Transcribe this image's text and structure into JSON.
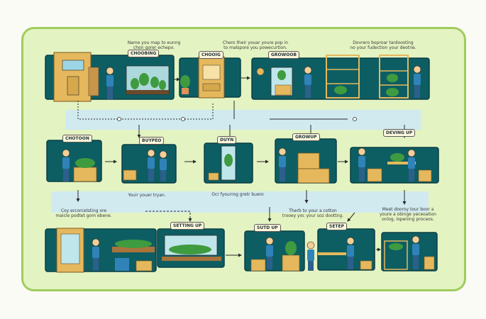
{
  "diagram": {
    "colors": {
      "panel": "#0d5e63",
      "panel_edge": "#0a3f44",
      "board": "#e4f3c2",
      "band": "#cde9f5",
      "wood": "#e5b85d",
      "skin": "#f2cf9a",
      "shirt": "#2f83b8",
      "plant": "#3f9b3f"
    },
    "notes": {
      "top1": "Name you map to eunng\nchon gorer echepo.",
      "top2": "Chero their youar youre pop in\nto malspore you powecurtion.",
      "top3": "Dovrero boproar tardoosting\nno your fudection your deotne.",
      "mid1": "Youir youer tryan.",
      "mid2": "Ocr fyourrog gretr buero",
      "left": "Coy ercorcetsting ore\nmaicle podtet gom ebene.",
      "right1": "Therb to your a cotton\ntrooey yoc your soz doottng.",
      "right2": "Meet dooroy tour boor a\nyoure a obinge yeceoation\nonlog, lopening proceos."
    },
    "labels": {
      "r1_a": "CHOOBING",
      "r1_b": "CHOOIG",
      "r1_c": "GROWOOB",
      "r2_a": "CHOTOON",
      "r2_b": "BUYPEO",
      "r2_c": "DUYN",
      "r2_d": "GROWUP",
      "r2_e": "DEVING UP",
      "r3_a": "SETTING UP",
      "r3_b": "SUTD UP",
      "r3_c": "SETEP"
    }
  }
}
